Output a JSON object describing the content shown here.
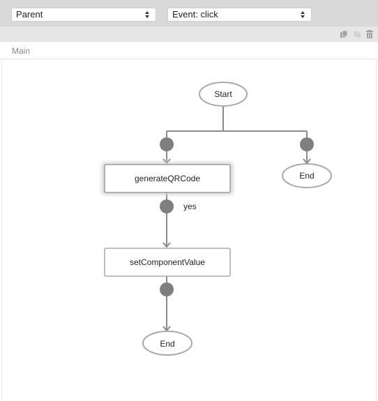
{
  "header": {
    "parent_select": {
      "value": "Parent"
    },
    "event_select": {
      "value": "Event: click"
    }
  },
  "toolbar": {
    "icons": [
      "copy-icon",
      "paste-icon",
      "trash-icon"
    ]
  },
  "tab": {
    "label": "Main"
  },
  "flow": {
    "start_label": "Start",
    "action1_label": "generateQRCode",
    "branch_label": "yes",
    "action2_label": "setComponentValue",
    "end1_label": "End",
    "end2_label": "End"
  },
  "colors": {
    "line": "#8a8a8a",
    "connector": "#7f7f7f",
    "node_border": "#a8a8a8",
    "selected_glow": "#d4d4d4"
  }
}
